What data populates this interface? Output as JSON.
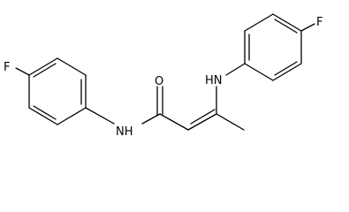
{
  "molecule": {
    "atoms": {
      "fluorine_left": "F",
      "fluorine_right": "F",
      "oxygen": "O",
      "amide_nh": "NH",
      "amine_hn": "HN"
    }
  },
  "colors": {
    "bond": "#000000",
    "background": "#ffffff"
  }
}
